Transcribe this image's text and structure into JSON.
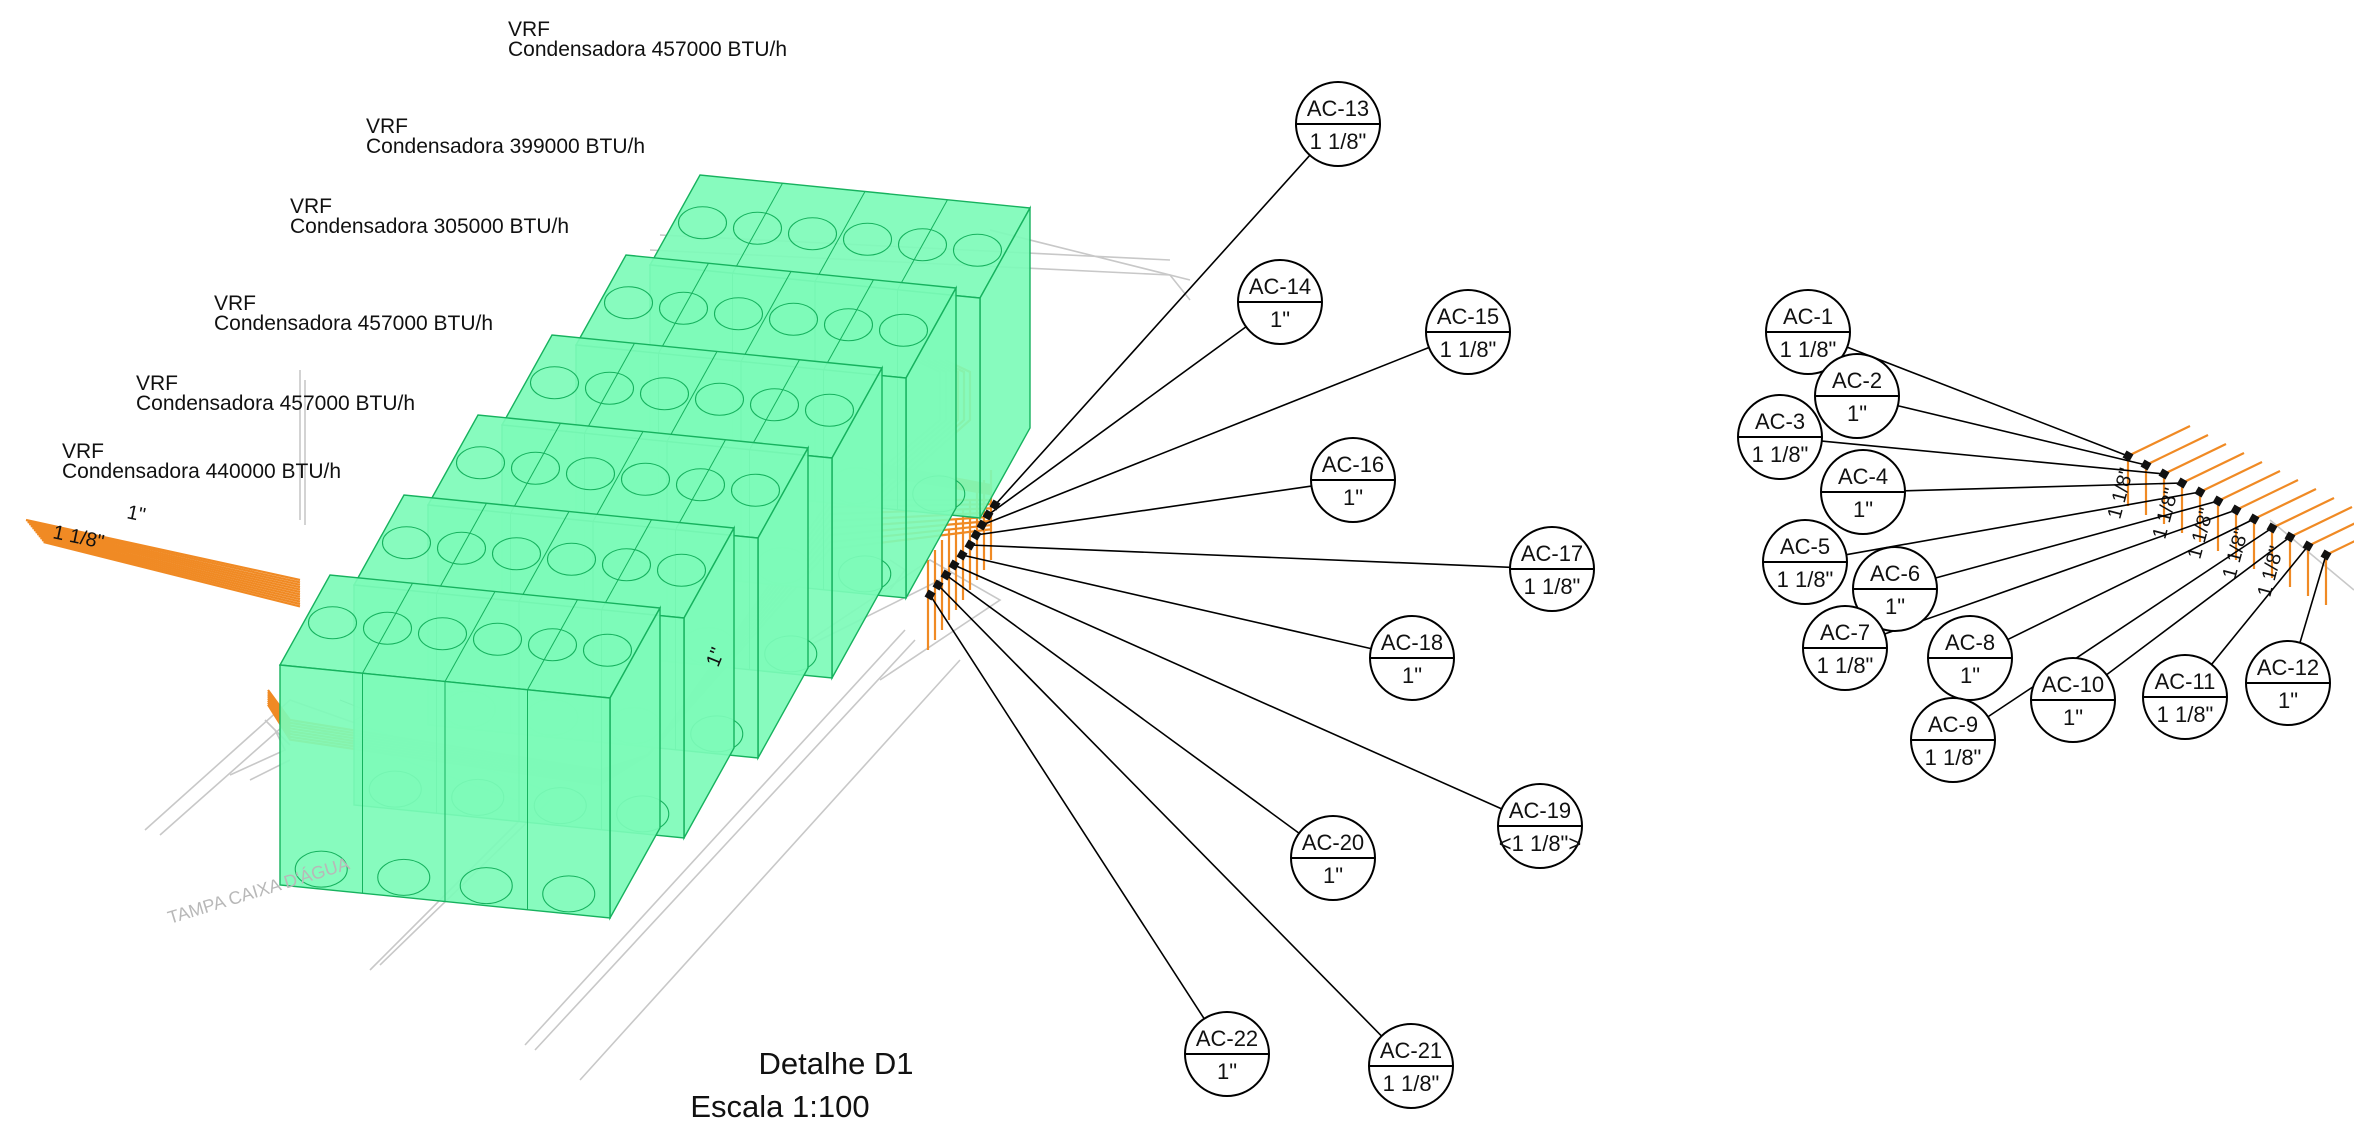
{
  "drawing": {
    "title": "Detalhe D1",
    "scale": "Escala 1:100",
    "ghost_label": "TAMPA CAIXA D'ÁGUA"
  },
  "condensers": [
    {
      "line1": "VRF",
      "line2": "Condensadora 457000 BTU/h"
    },
    {
      "line1": "VRF",
      "line2": "Condensadora 399000 BTU/h"
    },
    {
      "line1": "VRF",
      "line2": "Condensadora 305000 BTU/h"
    },
    {
      "line1": "VRF",
      "line2": "Condensadora 457000 BTU/h"
    },
    {
      "line1": "VRF",
      "line2": "Condensadora 457000 BTU/h"
    },
    {
      "line1": "VRF",
      "line2": "Condensadora 440000 BTU/h"
    }
  ],
  "pipe_labels": {
    "inlet_a": "1\"",
    "inlet_b": "1 1/8\"",
    "riser": "1\"",
    "right_cluster": [
      "1 1/8\"",
      "1 1/8\"",
      "1 1/8\"",
      "1 1/8\"",
      "1 1/8\""
    ]
  },
  "tags_main": [
    {
      "id": "AC-13",
      "size": "1 1/8\""
    },
    {
      "id": "AC-14",
      "size": "1\""
    },
    {
      "id": "AC-15",
      "size": "1 1/8\""
    },
    {
      "id": "AC-16",
      "size": "1\""
    },
    {
      "id": "AC-17",
      "size": "1 1/8\""
    },
    {
      "id": "AC-18",
      "size": "1\""
    },
    {
      "id": "AC-19",
      "size": "<1 1/8\">"
    },
    {
      "id": "AC-20",
      "size": "1\""
    },
    {
      "id": "AC-21",
      "size": "1 1/8\""
    },
    {
      "id": "AC-22",
      "size": "1\""
    }
  ],
  "tags_right": [
    {
      "id": "AC-1",
      "size": "1 1/8\""
    },
    {
      "id": "AC-2",
      "size": "1\""
    },
    {
      "id": "AC-3",
      "size": "1 1/8\""
    },
    {
      "id": "AC-4",
      "size": "1\""
    },
    {
      "id": "AC-5",
      "size": "1 1/8\""
    },
    {
      "id": "AC-6",
      "size": "1\""
    },
    {
      "id": "AC-7",
      "size": "1 1/8\""
    },
    {
      "id": "AC-8",
      "size": "1\""
    },
    {
      "id": "AC-9",
      "size": "1 1/8\""
    },
    {
      "id": "AC-10",
      "size": "1\""
    },
    {
      "id": "AC-11",
      "size": "1 1/8\""
    },
    {
      "id": "AC-12",
      "size": "1\""
    }
  ],
  "colors": {
    "unit_fill": "#7dfbb9",
    "unit_stroke": "#16b25e",
    "pipe": "#f08a24",
    "ghost": "#c8c8c8",
    "leader": "#000000"
  }
}
